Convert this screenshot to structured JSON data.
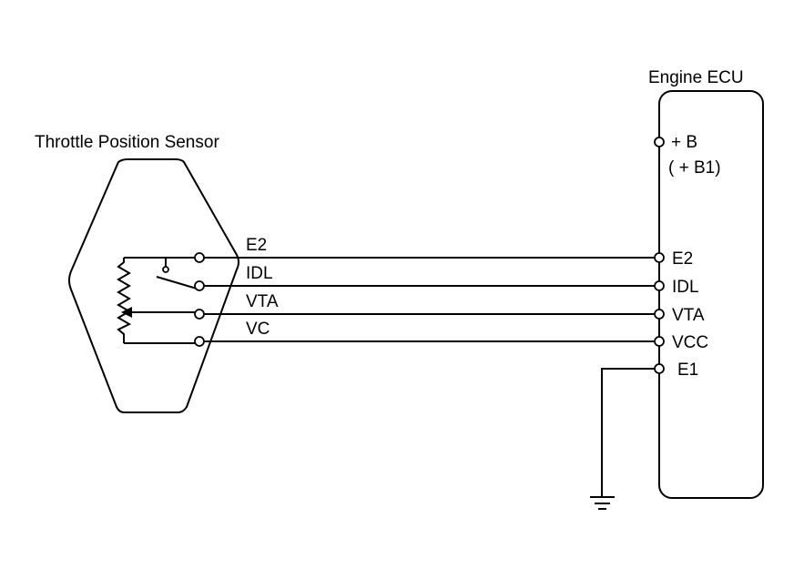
{
  "sensor": {
    "title": "Throttle Position Sensor",
    "terminals": [
      "E2",
      "IDL",
      "VTA",
      "VC"
    ]
  },
  "ecu": {
    "title": "Engine ECU",
    "power_label": "+ B",
    "power_label_alt": "( + B1)",
    "terminals": [
      "E2",
      "IDL",
      "VTA",
      "VCC",
      "E1"
    ]
  },
  "colors": {
    "line": "#000000",
    "background": "#ffffff"
  }
}
